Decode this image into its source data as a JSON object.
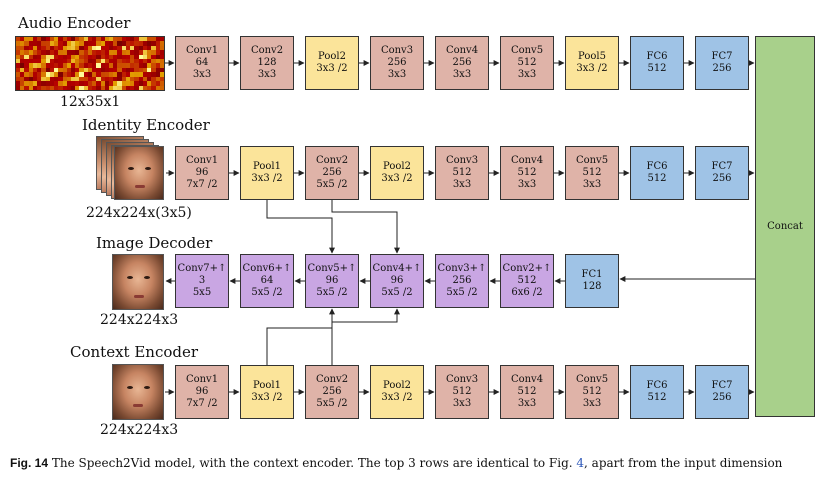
{
  "rows": {
    "audio_encoder": {
      "title": "Audio Encoder",
      "input_dim": "12x35x1",
      "blocks": [
        {
          "name": "Conv1",
          "l2": "64",
          "l3": "3x3",
          "type": "conv"
        },
        {
          "name": "Conv2",
          "l2": "128",
          "l3": "3x3",
          "type": "conv"
        },
        {
          "name": "Pool2",
          "l2": "3x3 /2",
          "l3": "",
          "type": "pool"
        },
        {
          "name": "Conv3",
          "l2": "256",
          "l3": "3x3",
          "type": "conv"
        },
        {
          "name": "Conv4",
          "l2": "256",
          "l3": "3x3",
          "type": "conv"
        },
        {
          "name": "Conv5",
          "l2": "512",
          "l3": "3x3",
          "type": "conv"
        },
        {
          "name": "Pool5",
          "l2": "3x3 /2",
          "l3": "",
          "type": "pool"
        },
        {
          "name": "FC6",
          "l2": "512",
          "l3": "",
          "type": "fc"
        },
        {
          "name": "FC7",
          "l2": "256",
          "l3": "",
          "type": "fc"
        }
      ]
    },
    "identity_encoder": {
      "title": "Identity Encoder",
      "input_dim": "224x224x(3x5)",
      "blocks": [
        {
          "name": "Conv1",
          "l2": "96",
          "l3": "7x7 /2",
          "type": "conv"
        },
        {
          "name": "Pool1",
          "l2": "3x3 /2",
          "l3": "",
          "type": "pool"
        },
        {
          "name": "Conv2",
          "l2": "256",
          "l3": "5x5 /2",
          "type": "conv"
        },
        {
          "name": "Pool2",
          "l2": "3x3 /2",
          "l3": "",
          "type": "pool"
        },
        {
          "name": "Conv3",
          "l2": "512",
          "l3": "3x3",
          "type": "conv"
        },
        {
          "name": "Conv4",
          "l2": "512",
          "l3": "3x3",
          "type": "conv"
        },
        {
          "name": "Conv5",
          "l2": "512",
          "l3": "3x3",
          "type": "conv"
        },
        {
          "name": "FC6",
          "l2": "512",
          "l3": "",
          "type": "fc"
        },
        {
          "name": "FC7",
          "l2": "256",
          "l3": "",
          "type": "fc"
        }
      ]
    },
    "image_decoder": {
      "title": "Image Decoder",
      "output_dim": "224x224x3",
      "blocks": [
        {
          "name": "Conv7+↑",
          "l2": "3",
          "l3": "5x5",
          "type": "dec"
        },
        {
          "name": "Conv6+↑",
          "l2": "64",
          "l3": "5x5 /2",
          "type": "dec"
        },
        {
          "name": "Conv5+↑",
          "l2": "96",
          "l3": "5x5 /2",
          "type": "dec"
        },
        {
          "name": "Conv4+↑",
          "l2": "96",
          "l3": "5x5 /2",
          "type": "dec"
        },
        {
          "name": "Conv3+↑",
          "l2": "256",
          "l3": "5x5 /2",
          "type": "dec"
        },
        {
          "name": "Conv2+↑",
          "l2": "512",
          "l3": "6x6 /2",
          "type": "dec"
        },
        {
          "name": "FC1",
          "l2": "128",
          "l3": "",
          "type": "fc"
        }
      ]
    },
    "context_encoder": {
      "title": "Context Encoder",
      "input_dim": "224x224x3",
      "blocks": [
        {
          "name": "Conv1",
          "l2": "96",
          "l3": "7x7 /2",
          "type": "conv"
        },
        {
          "name": "Pool1",
          "l2": "3x3 /2",
          "l3": "",
          "type": "pool"
        },
        {
          "name": "Conv2",
          "l2": "256",
          "l3": "5x5 /2",
          "type": "conv"
        },
        {
          "name": "Pool2",
          "l2": "3x3 /2",
          "l3": "",
          "type": "pool"
        },
        {
          "name": "Conv3",
          "l2": "512",
          "l3": "3x3",
          "type": "conv"
        },
        {
          "name": "Conv4",
          "l2": "512",
          "l3": "3x3",
          "type": "conv"
        },
        {
          "name": "Conv5",
          "l2": "512",
          "l3": "3x3",
          "type": "conv"
        },
        {
          "name": "FC6",
          "l2": "512",
          "l3": "",
          "type": "fc"
        },
        {
          "name": "FC7",
          "l2": "256",
          "l3": "",
          "type": "fc"
        }
      ]
    }
  },
  "concat_label": "Concat",
  "caption": {
    "fig_label": "Fig. 14",
    "text_before_ref": "The Speech2Vid model, with the context encoder. The top 3 rows are identical to Fig. ",
    "ref": "4",
    "text_after_ref": ", apart from the input dimension"
  },
  "colors": {
    "conv": "#dfb3a8",
    "pool": "#fbe49a",
    "fc": "#9fc3e6",
    "decoder": "#c9a6e3",
    "concat": "#a8d08b",
    "link": "#2a55b8"
  }
}
